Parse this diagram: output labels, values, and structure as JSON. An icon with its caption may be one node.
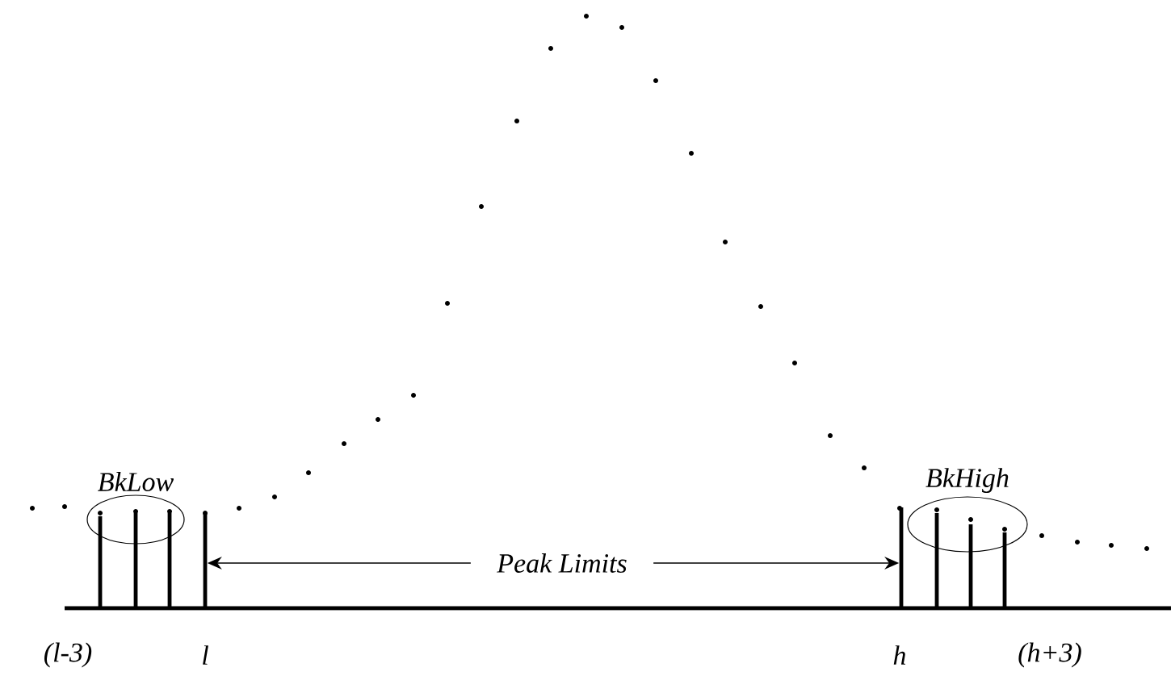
{
  "diagram": {
    "nodes": [
      {
        "text": [
          "Peak Limits"
        ]
      },
      {
        "text": [],
        "shape": "bar"
      },
      {
        "text": [],
        "shape": "bar"
      },
      {
        "text": [
          "BkLow"
        ]
      },
      {
        "text": [
          "BkHigh"
        ]
      }
    ],
    "edges": [
      {
        "from": 0,
        "to": 1,
        "arrow": "to"
      },
      {
        "from": 0,
        "to": 2,
        "arrow": "to"
      }
    ],
    "labels": [
      "(l-3)",
      "l",
      "h",
      "(h+3)"
    ]
  }
}
